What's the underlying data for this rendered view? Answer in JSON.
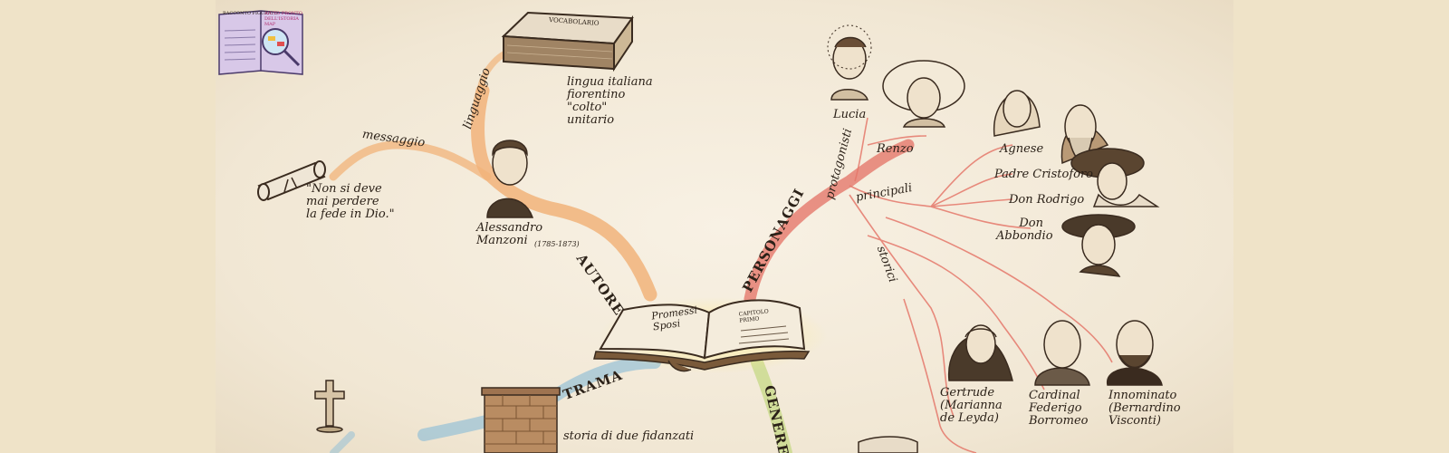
{
  "logo": {
    "left_title": "RACCONTO FIGURATO",
    "right_title": "AIUTO PRONTO DELL'ISTORIA MAP"
  },
  "branches": {
    "autore": "AUTORE",
    "personaggi": "PERSONAGGI",
    "trama": "TRAMA",
    "genere": "GENERE",
    "linguaggio": "linguaggio",
    "messaggio": "messaggio",
    "protagonisti": "protagonisti",
    "principali": "principali",
    "storici": "storici"
  },
  "center_book": {
    "left": "Promessi\nSposi",
    "right": "CAPITOLO\nPRIMO"
  },
  "vocabulary_book": "VOCABOLARIO",
  "author": {
    "name": "Alessandro\nManzoni",
    "dates": "(1785-1873)"
  },
  "language_note": "lingua italiana\nfiorentino\n\"colto\"\nunitario",
  "message_note": "\"Non si deve\nmai perdere\nla fede in Dio.\"",
  "protagonists": {
    "lucia": "Lucia",
    "renzo": "Renzo"
  },
  "main_characters": {
    "agnese": "Agnese",
    "cristoforo": "Padre Cristoforo",
    "rodrigo": "Don Rodrigo",
    "abbondio": "Don\nAbbondio"
  },
  "historical_characters": {
    "gertrude": "Gertrude\n(Marianna\nde Leyda)",
    "borromeo": "Cardinal\nFederigo\nBorromeo",
    "innominato": "Innominato\n(Bernardino\nVisconti)"
  },
  "plot_note": "storia di due fidanzati",
  "colors": {
    "autore": "#f1b37a",
    "personaggi": "#e5786b",
    "trama": "#9cc3d6",
    "genere": "#c8d98a",
    "ink": "#2b2118"
  }
}
